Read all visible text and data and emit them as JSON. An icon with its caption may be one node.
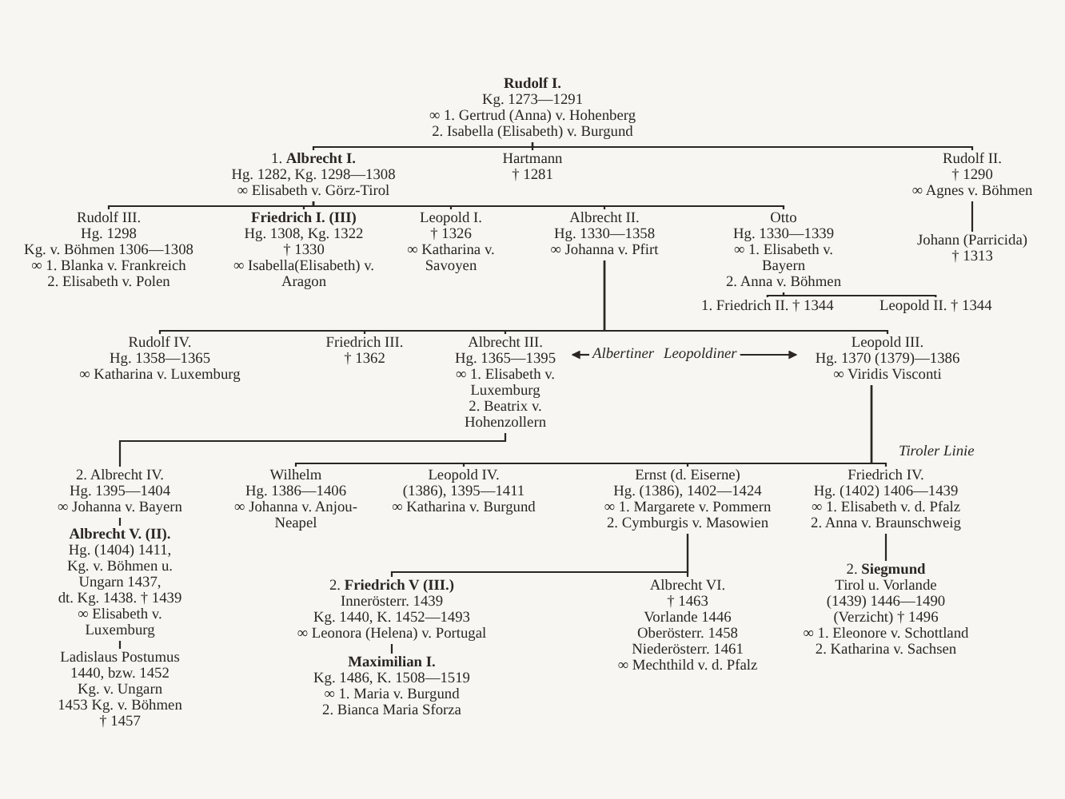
{
  "diagram": {
    "nodes": [
      {
        "text": [
          "Rudolf I.",
          "Kg. 1273—1291",
          "∞ 1. Gertrud (Anna) v. Hohenberg",
          "2. Isabella (Elisabeth) v. Burgund"
        ]
      },
      {
        "text": [
          "1. **Albrecht I.**",
          "Hg. 1282, Kg. 1298—1308",
          "∞ Elisabeth v. Görz-Tirol"
        ]
      },
      {
        "text": [
          "Hartmann",
          "† 1281"
        ]
      },
      {
        "text": [
          "Rudolf II.",
          "† 1290",
          "∞ Agnes v. Böhmen"
        ]
      },
      {
        "text": [
          "Rudolf III.",
          "Hg. 1298",
          "Kg. v. Böhmen 1306—1308",
          "∞ 1. Blanka v. Frankreich",
          "2. Elisabeth v. Polen"
        ]
      },
      {
        "text": [
          "Friedrich I. (III)",
          "Hg. 1308, Kg. 1322",
          "† 1330",
          "∞ Isabella(Elisabeth) v. Aragon"
        ]
      },
      {
        "text": [
          "Leopold I.",
          "† 1326",
          "∞ Katharina v. Savoyen"
        ]
      },
      {
        "text": [
          "Albrecht II.",
          "Hg. 1330—1358",
          "∞ Johanna v. Pfirt"
        ]
      },
      {
        "text": [
          "Otto",
          "Hg. 1330—1339",
          "∞ 1. Elisabeth v. Bayern",
          "2. Anna v. Böhmen"
        ]
      },
      {
        "text": [
          "Johann (Parricida)",
          "† 1313"
        ]
      },
      {
        "text": [
          "1. Friedrich II. † 1344"
        ]
      },
      {
        "text": [
          "Leopold II. † 1344"
        ]
      },
      {
        "text": [
          "Rudolf IV.",
          "Hg. 1358—1365",
          "∞ Katharina v. Luxemburg"
        ]
      },
      {
        "text": [
          "Friedrich III.",
          "† 1362"
        ]
      },
      {
        "text": [
          "Albrecht III.",
          "Hg. 1365—1395",
          "∞ 1. Elisabeth v. Luxemburg",
          "2. Beatrix v. Hohenzollern"
        ]
      },
      {
        "text": [
          "Leopold III.",
          "Hg. 1370 (1379)—1386",
          "∞ Viridis Visconti"
        ]
      },
      {
        "text": [
          "2. Albrecht IV.",
          "Hg. 1395—1404",
          "∞ Johanna v. Bayern"
        ]
      },
      {
        "text": [
          "Albrecht V. (II).",
          "Hg. (1404) 1411,",
          "Kg. v. Böhmen u. Ungarn 1437,",
          "dt. Kg. 1438. † 1439",
          "∞ Elisabeth v. Luxemburg"
        ]
      },
      {
        "text": [
          "Ladislaus Postumus",
          "1440, bzw. 1452",
          "Kg. v. Ungarn",
          "1453 Kg. v. Böhmen",
          "† 1457"
        ]
      },
      {
        "text": [
          "Wilhelm",
          "Hg. 1386—1406",
          "∞ Johanna v. Anjou-Neapel"
        ]
      },
      {
        "text": [
          "Leopold IV.",
          "(1386), 1395—1411",
          "∞ Katharina v. Burgund"
        ]
      },
      {
        "text": [
          "Ernst (d. Eiserne)",
          "Hg. (1386), 1402—1424",
          "∞ 1. Margarete v. Pommern",
          "2. Cymburgis v. Masowien"
        ]
      },
      {
        "text": [
          "Friedrich IV.",
          "Hg. (1402) 1406—1439",
          "∞ 1. Elisabeth v. d. Pfalz",
          "2. Anna v. Braunschweig"
        ]
      },
      {
        "text": [
          "2. **Friedrich V (III.)**",
          "Innerösterr. 1439",
          "Kg. 1440, K. 1452—1493",
          "∞ Leonora (Helena) v. Portugal"
        ]
      },
      {
        "text": [
          "Albrecht VI.",
          "† 1463",
          "Vorlande 1446",
          "Oberösterr. 1458",
          "Niederösterr. 1461",
          "∞ Mechthild v. d. Pfalz"
        ]
      },
      {
        "text": [
          "Maximilian I.",
          "Kg. 1486, K. 1508—1519",
          "∞ 1. Maria v. Burgund",
          "2. Bianca Maria Sforza"
        ]
      },
      {
        "text": [
          "2. **Siegmund**",
          "Tirol u. Vorlande",
          "(1439) 1446—1490 (Verzicht) † 1496",
          "∞ 1. Eleonore v. Schottland",
          "2. Katharina v. Sachsen"
        ]
      },
      {
        "text": [
          "Albertiner"
        ]
      },
      {
        "text": [
          "Leopoldiner"
        ]
      }
    ],
    "edges": [
      {
        "from": 0,
        "to": 1,
        "arrow": "none"
      },
      {
        "from": 0,
        "to": 2,
        "arrow": "none"
      },
      {
        "from": 0,
        "to": 3,
        "arrow": "none"
      },
      {
        "from": 1,
        "to": 4,
        "arrow": "none"
      },
      {
        "from": 1,
        "to": 5,
        "arrow": "none"
      },
      {
        "from": 1,
        "to": 6,
        "arrow": "none"
      },
      {
        "from": 1,
        "to": 7,
        "arrow": "none"
      },
      {
        "from": 1,
        "to": 8,
        "arrow": "none"
      },
      {
        "from": 3,
        "to": 9,
        "arrow": "none"
      },
      {
        "from": 8,
        "to": 10,
        "arrow": "none"
      },
      {
        "from": 8,
        "to": 11,
        "arrow": "none"
      },
      {
        "from": 7,
        "to": 12,
        "arrow": "none"
      },
      {
        "from": 7,
        "to": 13,
        "arrow": "none"
      },
      {
        "from": 7,
        "to": 14,
        "arrow": "none"
      },
      {
        "from": 7,
        "to": 15,
        "arrow": "none"
      },
      {
        "from": 14,
        "to": 16,
        "arrow": "none"
      },
      {
        "from": 16,
        "to": 17,
        "arrow": "none"
      },
      {
        "from": 17,
        "to": 18,
        "arrow": "none"
      },
      {
        "from": 15,
        "to": 19,
        "arrow": "none"
      },
      {
        "from": 15,
        "to": 20,
        "arrow": "none"
      },
      {
        "from": 15,
        "to": 21,
        "arrow": "none"
      },
      {
        "from": 15,
        "to": 22,
        "arrow": "none"
      },
      {
        "from": 21,
        "to": 23,
        "arrow": "none"
      },
      {
        "from": 21,
        "to": 24,
        "arrow": "none"
      },
      {
        "from": 23,
        "to": 25,
        "arrow": "none"
      },
      {
        "from": 22,
        "to": 26,
        "arrow": "none"
      },
      {
        "from": 27,
        "to": 14,
        "arrow": "to"
      },
      {
        "from": 28,
        "to": 15,
        "arrow": "to"
      }
    ],
    "labels": [
      "Tiroler Linie"
    ]
  }
}
